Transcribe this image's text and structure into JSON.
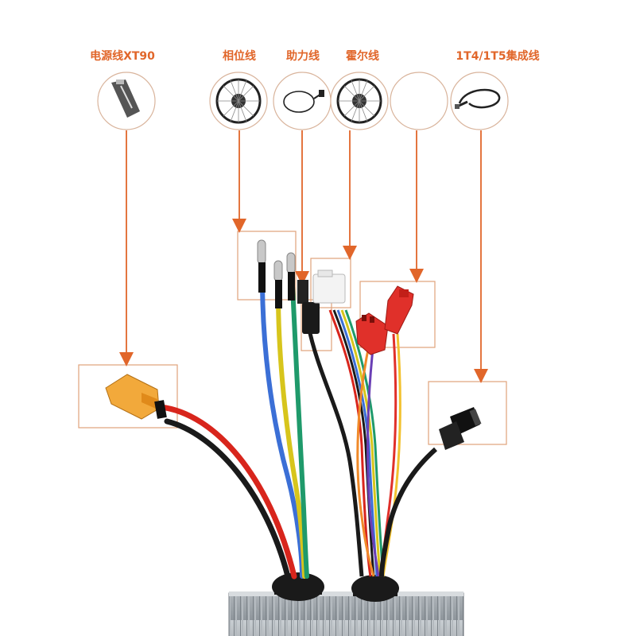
{
  "labels": {
    "power": "电源线XT90",
    "phase": "相位线",
    "assist": "助力线",
    "hall": "霍尔线",
    "integrated": "1T4/1T5集成线"
  },
  "colors": {
    "accent": "#e1662a",
    "circle_border": "#d9b49c",
    "box_border": "#e0a27a",
    "arrow": "#e1662a",
    "wire_red": "#d8251c",
    "wire_black": "#1a1a1a",
    "wire_blue": "#3b6fd6",
    "wire_yellow": "#d7c51c",
    "wire_green": "#1f9a6b",
    "connector_yellow": "#f2a93b",
    "connector_red": "#e0302a",
    "controller_gray": "#9aa0a6"
  },
  "icons": {
    "power": "xt90-plug-icon",
    "phase": "motor-wheel-icon",
    "assist": "pas-sensor-cable-icon",
    "hall": "motor-wheel-icon",
    "empty": "empty-circle-icon",
    "integrated": "integrated-cable-icon"
  }
}
